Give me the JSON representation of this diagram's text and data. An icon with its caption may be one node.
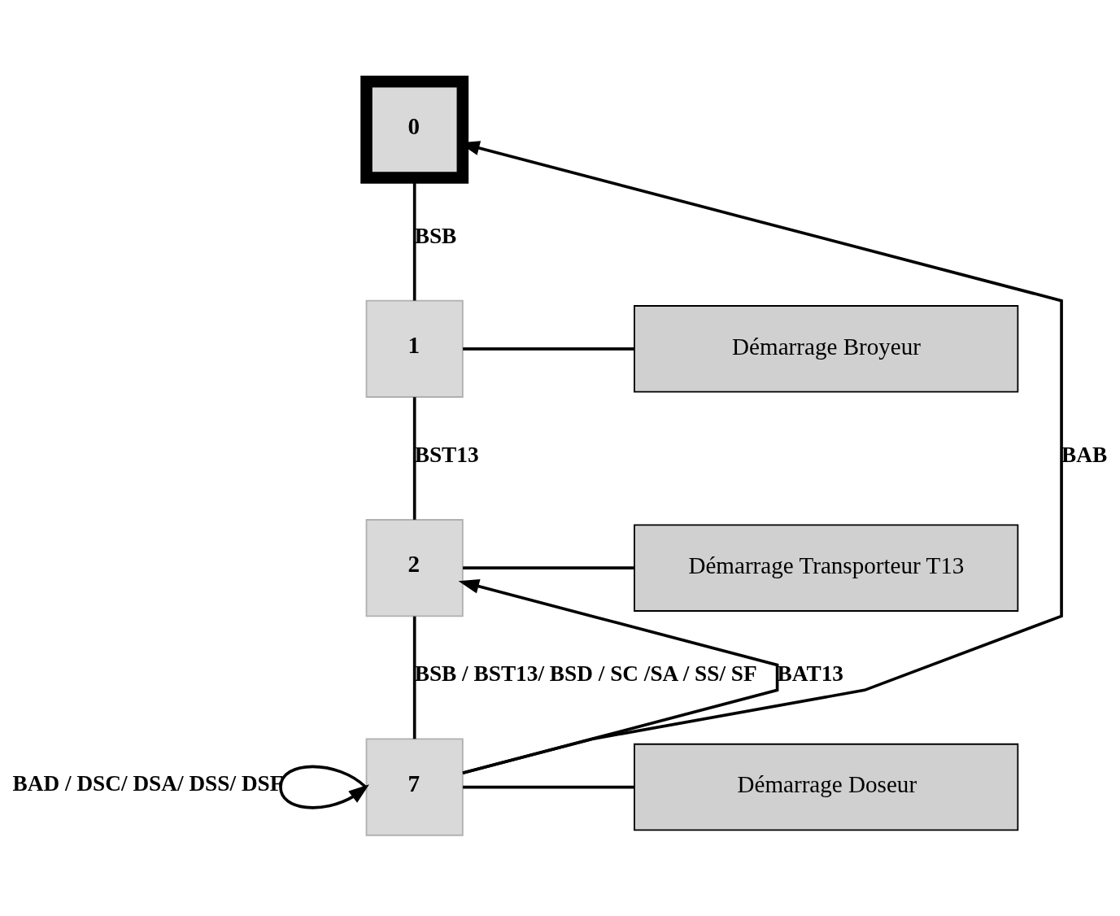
{
  "diagram": {
    "nodes": [
      {
        "text": [
          "0"
        ]
      },
      {
        "text": [
          "1"
        ]
      },
      {
        "text": [
          "Démarrage Broyeur"
        ]
      },
      {
        "text": [
          "2"
        ]
      },
      {
        "text": [
          "Démarrage Transporteur T13"
        ]
      },
      {
        "text": [
          "7"
        ]
      },
      {
        "text": [
          "Démarrage Doseur"
        ]
      }
    ],
    "edges": [
      {
        "from": 0,
        "to": 1,
        "arrow": "none",
        "label": "BSB"
      },
      {
        "from": 1,
        "to": 2,
        "arrow": "none"
      },
      {
        "from": 1,
        "to": 3,
        "arrow": "none",
        "label": "BST13"
      },
      {
        "from": 3,
        "to": 4,
        "arrow": "none"
      },
      {
        "from": 3,
        "to": 5,
        "arrow": "none",
        "label": "BSB / BST13/ BSD / SC /SA / SS/ SF"
      },
      {
        "from": 5,
        "to": 6,
        "arrow": "none"
      },
      {
        "from": 5,
        "to": 5,
        "arrow": "to",
        "label": "BAD / DSC/ DSA/ DSS/ DSF"
      },
      {
        "from": 5,
        "to": 3,
        "arrow": "to",
        "label": "BAT13"
      },
      {
        "from": 5,
        "to": 0,
        "arrow": "to",
        "label": "BAB"
      }
    ]
  }
}
